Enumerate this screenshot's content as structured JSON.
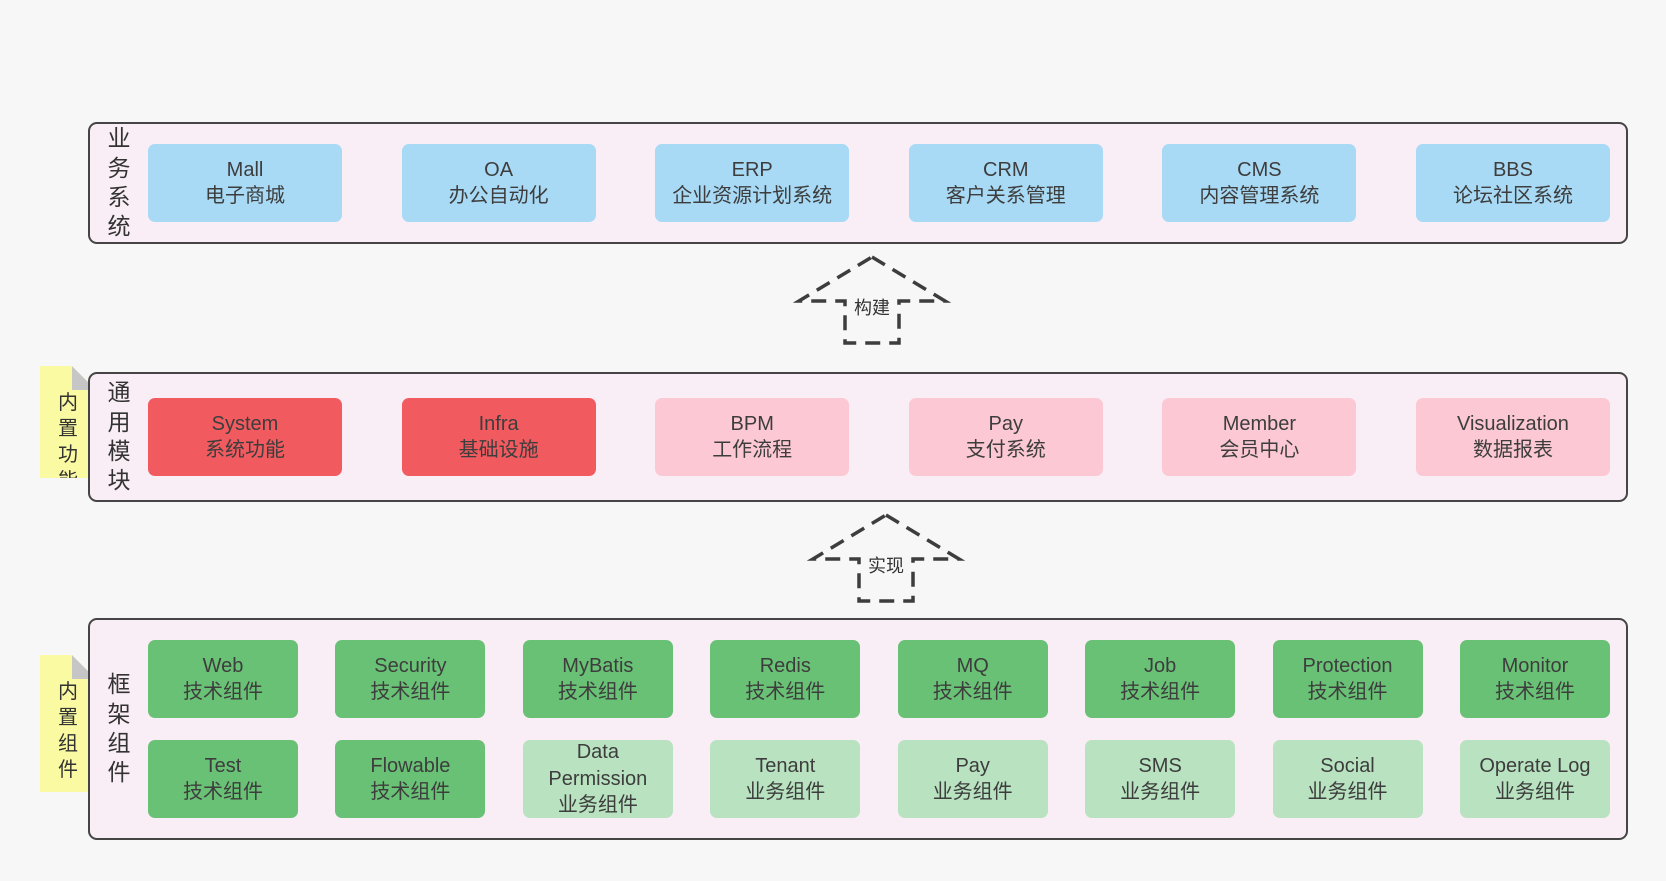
{
  "colors": {
    "page_bg": "#f7f7f7",
    "panel_bg": "#f9edf6",
    "panel_border": "#454545",
    "blue_box": "#a8daf5",
    "red_box": "#f15b5f",
    "pink_box": "#fbc8d3",
    "green_box": "#69c175",
    "light_green_box": "#b8e2c0",
    "sticky_yellow": "#fafaa3",
    "sticky_fold": "#c6c6c6",
    "arrow_stroke": "#3d3d3d"
  },
  "panel1": {
    "side_label": "业务系统",
    "boxes": [
      {
        "name": "Mall",
        "desc": "电子商城"
      },
      {
        "name": "OA",
        "desc": "办公自动化"
      },
      {
        "name": "ERP",
        "desc": "企业资源计划系统"
      },
      {
        "name": "CRM",
        "desc": "客户关系管理"
      },
      {
        "name": "CMS",
        "desc": "内容管理系统"
      },
      {
        "name": "BBS",
        "desc": "论坛社区系统"
      }
    ]
  },
  "arrow1": {
    "label": "构建"
  },
  "panel2": {
    "side_label": "通用模块",
    "sticky": "内置功能",
    "boxes": [
      {
        "name": "System",
        "desc": "系统功能"
      },
      {
        "name": "Infra",
        "desc": "基础设施"
      },
      {
        "name": "BPM",
        "desc": "工作流程"
      },
      {
        "name": "Pay",
        "desc": "支付系统"
      },
      {
        "name": "Member",
        "desc": "会员中心"
      },
      {
        "name": "Visualization",
        "desc": "数据报表"
      }
    ]
  },
  "arrow2": {
    "label": "实现"
  },
  "panel3": {
    "side_label": "框架组件",
    "sticky": "内置组件",
    "row1": [
      {
        "name": "Web",
        "desc": "技术组件"
      },
      {
        "name": "Security",
        "desc": "技术组件"
      },
      {
        "name": "MyBatis",
        "desc": "技术组件"
      },
      {
        "name": "Redis",
        "desc": "技术组件"
      },
      {
        "name": "MQ",
        "desc": "技术组件"
      },
      {
        "name": "Job",
        "desc": "技术组件"
      },
      {
        "name": "Protection",
        "desc": "技术组件"
      },
      {
        "name": "Monitor",
        "desc": "技术组件"
      }
    ],
    "row2": [
      {
        "name": "Test",
        "desc": "技术组件"
      },
      {
        "name": "Flowable",
        "desc": "技术组件"
      },
      {
        "name": "Data Permission",
        "desc": "业务组件"
      },
      {
        "name": "Tenant",
        "desc": "业务组件"
      },
      {
        "name": "Pay",
        "desc": "业务组件"
      },
      {
        "name": "SMS",
        "desc": "业务组件"
      },
      {
        "name": "Social",
        "desc": "业务组件"
      },
      {
        "name": "Operate Log",
        "desc": "业务组件"
      }
    ]
  }
}
